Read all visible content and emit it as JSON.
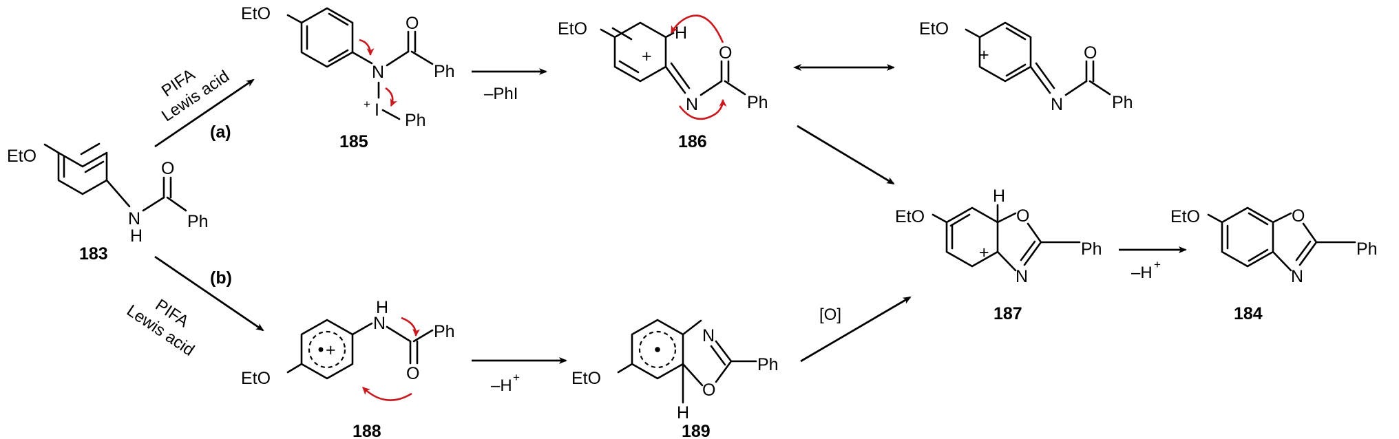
{
  "scheme": {
    "colors": {
      "bond": "#000000",
      "electron_arrow": "#c8191e",
      "background": "#ffffff"
    },
    "labels": {
      "oet": "EtO",
      "ph": "Ph",
      "n": "N",
      "o": "O",
      "h": "H",
      "i": "I",
      "plus": "+",
      "minus_h": "–H"
    },
    "compounds": {
      "c183": "183",
      "c185": "185",
      "c186": "186",
      "c187": "187",
      "c184": "184",
      "c188": "188",
      "c189": "189"
    },
    "reagents": {
      "a_line1": "PIFA",
      "a_line2": "Lewis acid",
      "a_tag": "(a)",
      "b_line1": "PIFA",
      "b_line2": "Lewis acid",
      "b_tag": "(b)",
      "minus_phi": "–PhI",
      "oxidation": "[O]"
    }
  }
}
